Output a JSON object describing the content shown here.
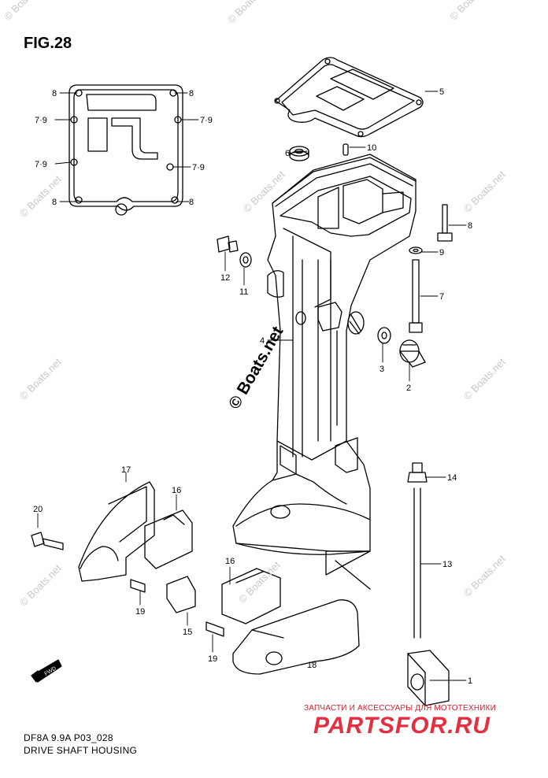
{
  "figure": {
    "title": "FIG.28",
    "code": "DF8A 9.9A P03_028",
    "name": "DRIVE SHAFT HOUSING"
  },
  "callouts": [
    {
      "id": "c1",
      "text": "1"
    },
    {
      "id": "c2",
      "text": "2"
    },
    {
      "id": "c3",
      "text": "3"
    },
    {
      "id": "c4",
      "text": "4"
    },
    {
      "id": "c5",
      "text": "5"
    },
    {
      "id": "c6",
      "text": "6"
    },
    {
      "id": "c7",
      "text": "7"
    },
    {
      "id": "c8r",
      "text": "8"
    },
    {
      "id": "c9",
      "text": "9"
    },
    {
      "id": "c10",
      "text": "10"
    },
    {
      "id": "c11",
      "text": "11"
    },
    {
      "id": "c12",
      "text": "12"
    },
    {
      "id": "c13",
      "text": "13"
    },
    {
      "id": "c14",
      "text": "14"
    },
    {
      "id": "c15",
      "text": "15"
    },
    {
      "id": "c16a",
      "text": "16"
    },
    {
      "id": "c16b",
      "text": "16"
    },
    {
      "id": "c17",
      "text": "17"
    },
    {
      "id": "c18",
      "text": "18"
    },
    {
      "id": "c19a",
      "text": "19"
    },
    {
      "id": "c19b",
      "text": "19"
    },
    {
      "id": "c20",
      "text": "20"
    }
  ],
  "gasket_callouts": [
    {
      "id": "g8a",
      "text": "8"
    },
    {
      "id": "g8b",
      "text": "8"
    },
    {
      "id": "g79a",
      "text": "7·9"
    },
    {
      "id": "g79b",
      "text": "7·9"
    },
    {
      "id": "g79c",
      "text": "7·9"
    },
    {
      "id": "g79d",
      "text": "7·9"
    },
    {
      "id": "g8c",
      "text": "8"
    },
    {
      "id": "g8d",
      "text": "8"
    }
  ],
  "watermarks": {
    "small": "© Boats.net",
    "large": "© Boats.net"
  },
  "shop": {
    "tagline": "ЗАПЧАСТИ И АКСЕССУАРЫ ДЛЯ МОТОТЕХНИКИ",
    "logo": "PARTSFOR.RU"
  },
  "fwd_arrow": {
    "text": "FWD"
  }
}
